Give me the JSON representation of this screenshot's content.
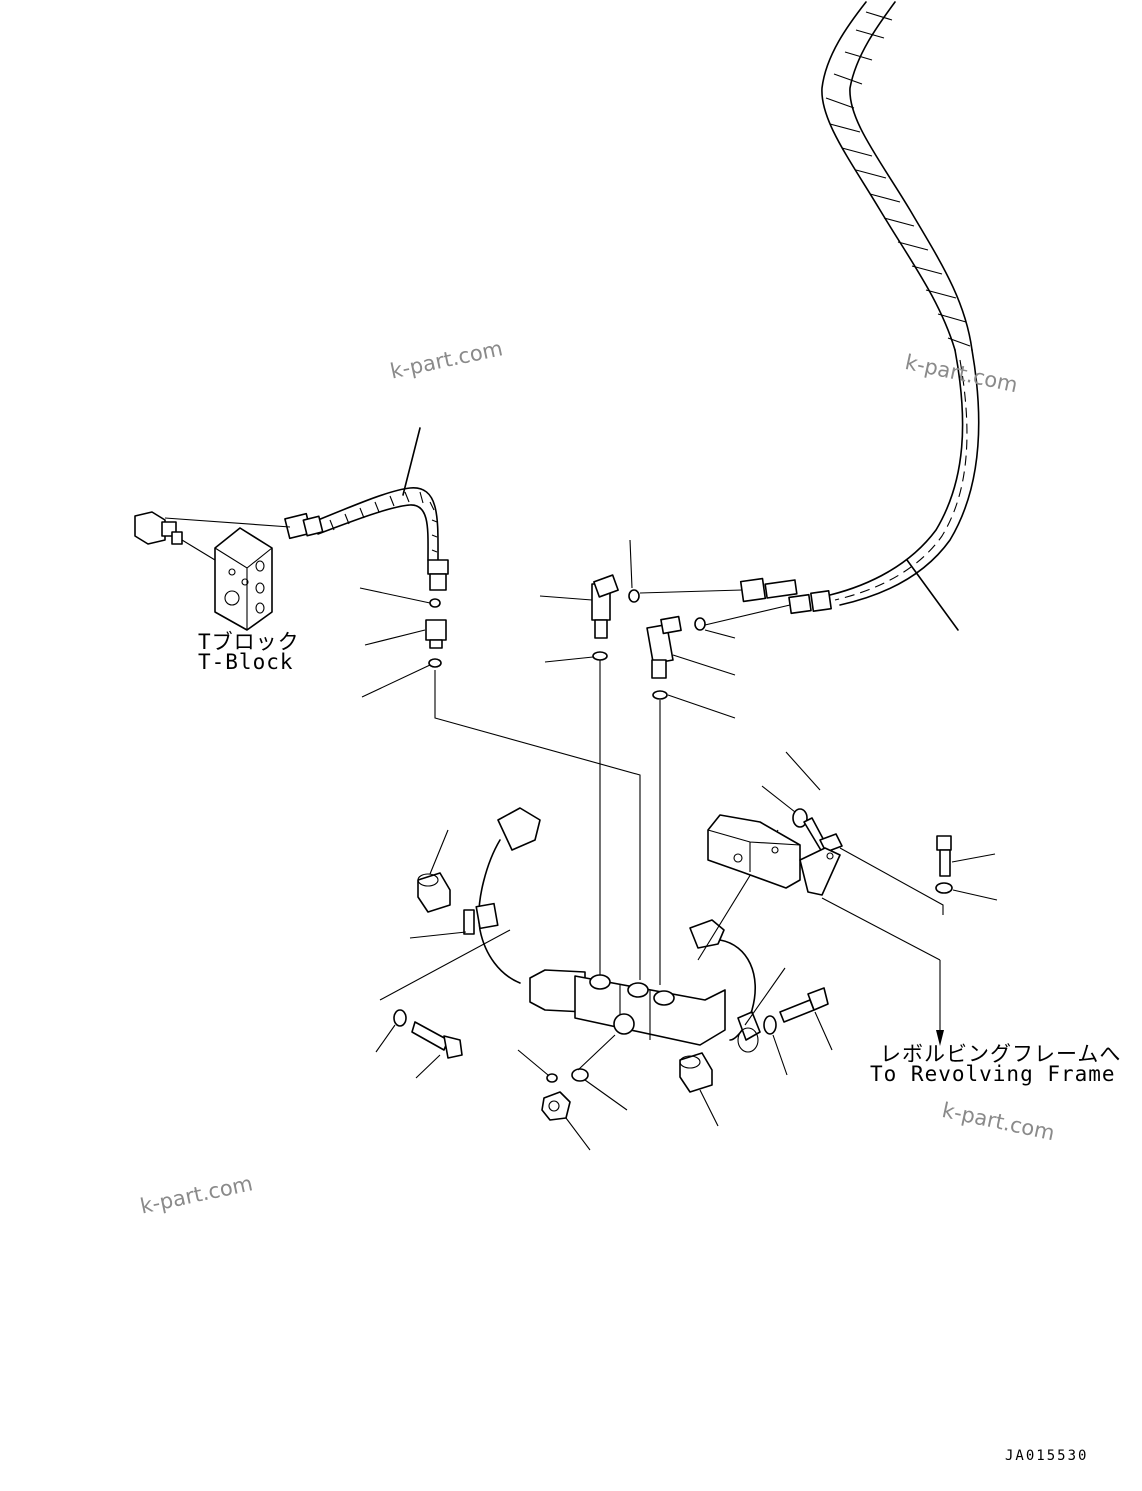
{
  "labels": {
    "t_block_jp": "Tブロック",
    "t_block_en": "T-Block",
    "revolving_jp": "レボルビングフレームへ",
    "revolving_en": "To Revolving Frame"
  },
  "watermarks": [
    "k-part.com",
    "k-part.com",
    "k-part.com",
    "k-part.com"
  ],
  "drawing_code": "JA015530"
}
